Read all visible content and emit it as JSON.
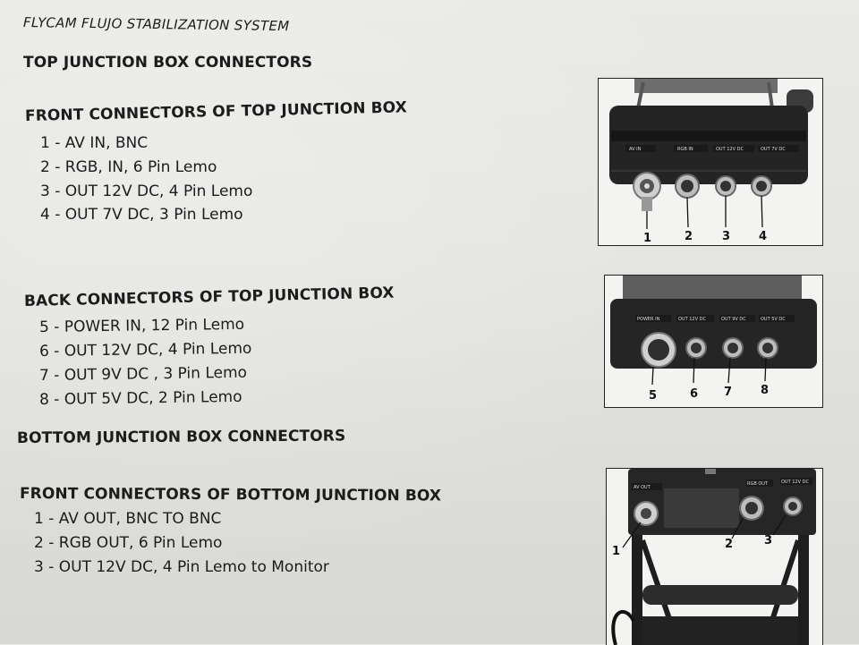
{
  "header": {
    "title": "FLYCAM FLUJO STABILIZATION SYSTEM"
  },
  "top": {
    "heading": "TOP JUNCTION BOX CONNECTORS",
    "front": {
      "heading": "FRONT CONNECTORS OF TOP JUNCTION BOX",
      "items": [
        "1 - AV IN, BNC",
        "2 - RGB, IN, 6 Pin Lemo",
        "3 - OUT 12V DC, 4 Pin Lemo",
        "4 - OUT 7V DC, 3 Pin Lemo"
      ],
      "photo_callouts": [
        "1",
        "2",
        "3",
        "4"
      ],
      "photo_panel_labels": [
        "AV IN",
        "RGB IN",
        "OUT 12V DC",
        "OUT 7V DC"
      ]
    },
    "back": {
      "heading": "BACK CONNECTORS OF TOP JUNCTION BOX",
      "items": [
        "5 - POWER IN, 12 Pin Lemo",
        "6 - OUT 12V DC, 4 Pin Lemo",
        "7 - OUT 9V DC , 3 Pin Lemo",
        "8 - OUT 5V DC, 2 Pin Lemo"
      ],
      "photo_callouts": [
        "5",
        "6",
        "7",
        "8"
      ],
      "photo_panel_labels": [
        "POWER IN",
        "OUT 12V DC",
        "OUT 9V DC",
        "OUT 5V DC"
      ]
    }
  },
  "bottom": {
    "heading": "BOTTOM JUNCTION BOX CONNECTORS",
    "front": {
      "heading": "FRONT CONNECTORS OF BOTTOM JUNCTION BOX",
      "items": [
        "1 - AV OUT, BNC TO BNC",
        "2 - RGB OUT, 6 Pin Lemo",
        "3 - OUT 12V DC, 4 Pin Lemo to Monitor"
      ],
      "photo_callouts": [
        "1",
        "2",
        "3"
      ],
      "photo_panel_labels": [
        "AV OUT",
        "RGB OUT",
        "OUT 12V DC"
      ]
    }
  }
}
